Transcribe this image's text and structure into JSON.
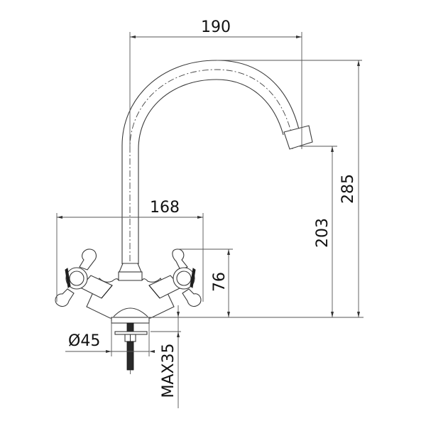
{
  "drawing": {
    "subject": "Cross-handle monobloc kitchen mixer tap with swivel spout",
    "units": "mm",
    "line_color": "#3a3a3a",
    "background": "#ffffff"
  },
  "dimensions": {
    "spout_reach": {
      "label": "190",
      "value": 190,
      "orientation": "horizontal"
    },
    "handle_span": {
      "label": "168",
      "value": 168,
      "orientation": "horizontal"
    },
    "base_diameter": {
      "label": "Ø45",
      "value": 45,
      "orientation": "horizontal"
    },
    "overall_height": {
      "label": "285",
      "value": 285,
      "orientation": "vertical"
    },
    "spout_outlet_height": {
      "label": "203",
      "value": 203,
      "orientation": "vertical"
    },
    "handle_height": {
      "label": "76",
      "value": 76,
      "orientation": "vertical"
    },
    "max_deck_thickness": {
      "label": "MAX35",
      "value": 35,
      "orientation": "vertical"
    }
  },
  "parts": [
    {
      "id": "spout",
      "label": "Swan-neck spout"
    },
    {
      "id": "spout-outlet",
      "label": "Spout outlet nozzle"
    },
    {
      "id": "left-handle",
      "label": "Left cross-head handle"
    },
    {
      "id": "right-handle",
      "label": "Right cross-head handle"
    },
    {
      "id": "body",
      "label": "Mixer body"
    },
    {
      "id": "mounting-stud",
      "label": "Threaded mounting stud with washer and nut"
    }
  ]
}
